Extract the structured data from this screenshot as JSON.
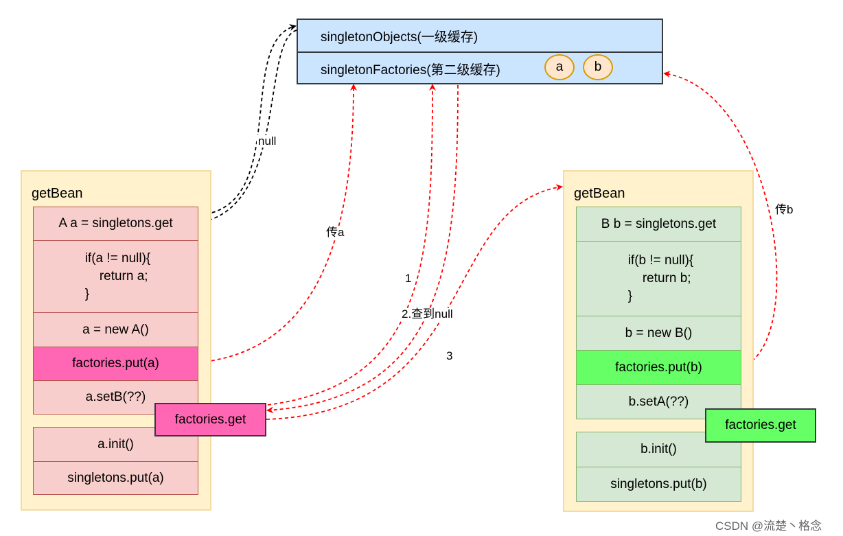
{
  "cache": {
    "row1": "singletonObjects(一级缓存)",
    "row2": "singletonFactories(第二级缓存)",
    "entries": [
      "a",
      "b"
    ]
  },
  "panel_a": {
    "title": "getBean",
    "steps": [
      "A a = singletons.get",
      "if(a != null){\n    return a;\n}",
      "a = new A()",
      "factories.put(a)",
      "a.setB(??)",
      "a.init()",
      "singletons.put(a)"
    ],
    "popup": "factories.get"
  },
  "panel_b": {
    "title": "getBean",
    "steps": [
      "B b = singletons.get",
      "if(b != null){\n    return b;\n}",
      "b = new B()",
      "factories.put(b)",
      "b.setA(??)",
      "b.init()",
      "singletons.put(b)"
    ],
    "popup": "factories.get"
  },
  "labels": {
    "null": "null",
    "pass_a": "传a",
    "pass_b": "传b",
    "step1": "1",
    "step2": "2.查到null",
    "step3": "3"
  },
  "colors": {
    "cache_fill": "#cce5ff",
    "panel_fill": "#fff2cc",
    "a_steps": "#f8cecc",
    "b_steps": "#d5e8d4",
    "highlight_pink": "#ff66b3",
    "highlight_green": "#66ff66",
    "red_arrow": "#ff0000",
    "black_arrow": "#000000"
  },
  "watermark": "CSDN @流楚丶格念"
}
